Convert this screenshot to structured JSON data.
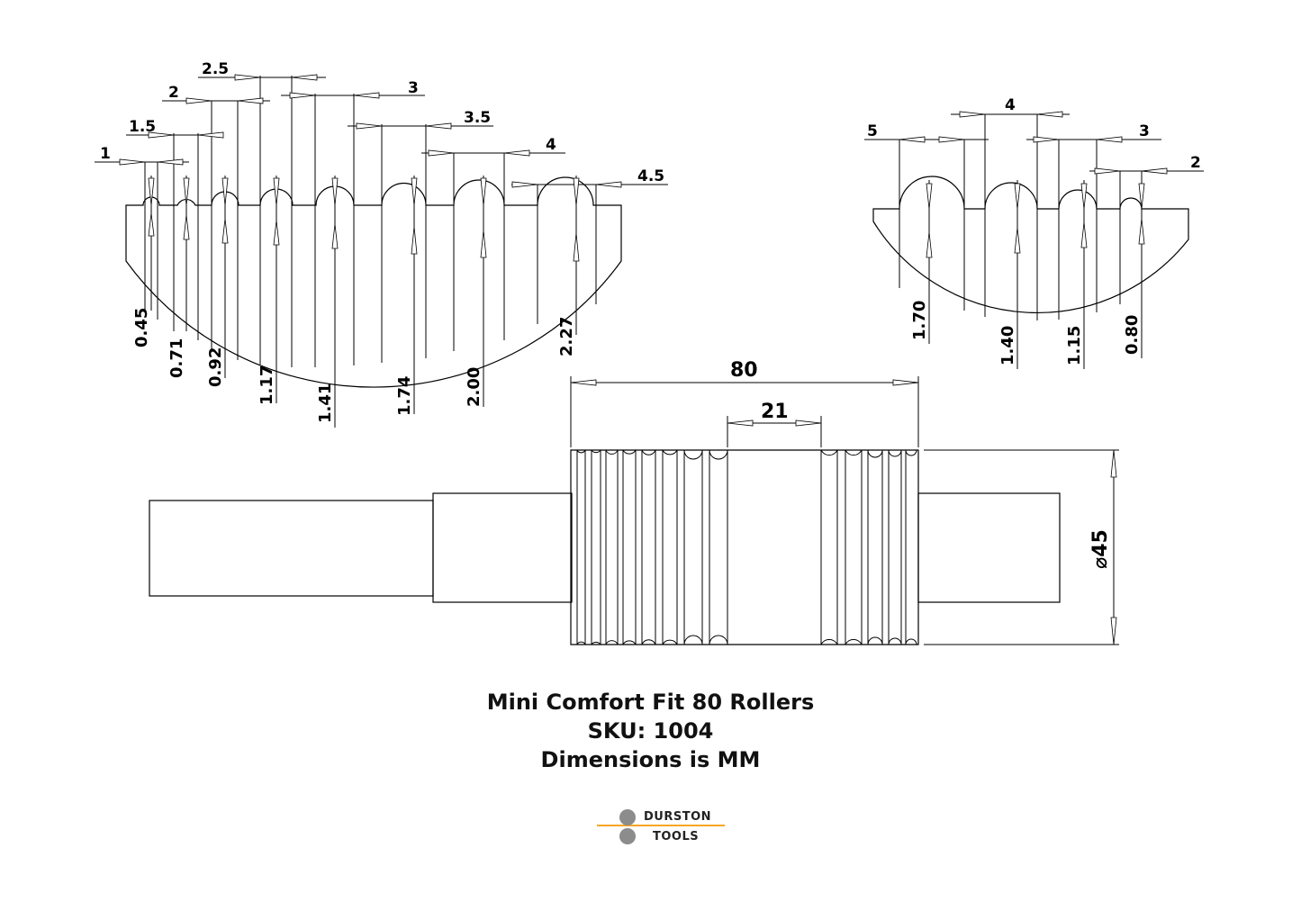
{
  "left_profile": {
    "widths": [
      "1",
      "1.5",
      "2",
      "2.5",
      "3",
      "3.5",
      "4",
      "4.5"
    ],
    "depths": [
      "0.45",
      "0.71",
      "0.92",
      "1.17",
      "1.41",
      "1.74",
      "2.00",
      "2.27"
    ]
  },
  "right_profile": {
    "widths": [
      "5",
      "4",
      "3",
      "2"
    ],
    "depths": [
      "1.70",
      "1.40",
      "1.15",
      "0.80"
    ]
  },
  "roller": {
    "length": "80",
    "center_width": "21",
    "diameter_symbol": "⌀",
    "diameter": "45"
  },
  "title": {
    "line1": "Mini Comfort Fit 80 Rollers",
    "line2": "SKU: 1004",
    "line3": "Dimensions is MM"
  },
  "logo": {
    "line1": "DURSTON",
    "line2": "TOOLS",
    "accent_color": "#f5a623",
    "circle_color": "#8c8c8c"
  }
}
